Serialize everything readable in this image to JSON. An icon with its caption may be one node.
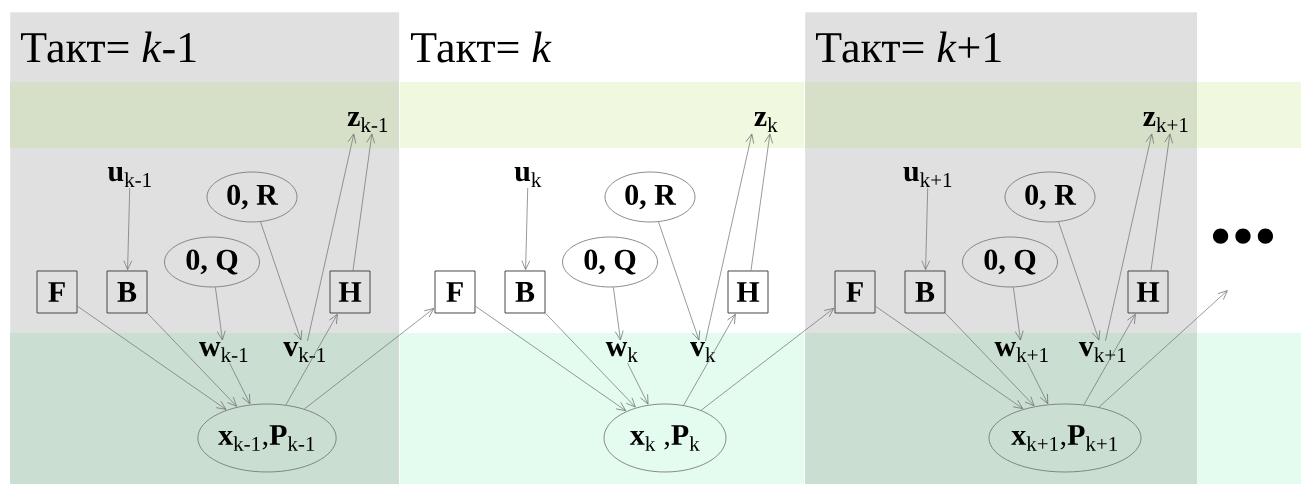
{
  "diagram": {
    "nodes": [
      {
        "text": [
          "Такт= *k*-1"
        ]
      },
      {
        "text": [
          "**z**$_{k-1}$"
        ],
        "in": 0
      },
      {
        "text": [
          "**u**$_{k-1}$"
        ],
        "in": 0
      },
      {
        "text": [
          "0, R"
        ],
        "in": 0
      },
      {
        "text": [
          "0, Q"
        ],
        "in": 0
      },
      {
        "text": [
          "F"
        ],
        "in": 0
      },
      {
        "text": [
          "B"
        ],
        "in": 0
      },
      {
        "text": [
          "H"
        ],
        "in": 0
      },
      {
        "text": [
          "**w**$_{k-1}$"
        ],
        "in": 0
      },
      {
        "text": [
          "**v**$_{k-1}$"
        ],
        "in": 0
      },
      {
        "text": [
          "**x**$_{k-1}$,**P**$_{k-1}$"
        ],
        "in": 0
      },
      {
        "text": [
          "Такт= *k*"
        ]
      },
      {
        "text": [
          "**z**$_{k}$"
        ],
        "in": 11
      },
      {
        "text": [
          "**u**$_{k}$"
        ],
        "in": 11
      },
      {
        "text": [
          "0, R"
        ],
        "in": 11
      },
      {
        "text": [
          "0, Q"
        ],
        "in": 11
      },
      {
        "text": [
          "F"
        ],
        "in": 11
      },
      {
        "text": [
          "B"
        ],
        "in": 11
      },
      {
        "text": [
          "H"
        ],
        "in": 11
      },
      {
        "text": [
          "**w**$_{k}$"
        ],
        "in": 11
      },
      {
        "text": [
          "**v**$_{k}$"
        ],
        "in": 11
      },
      {
        "text": [
          "**x**$_{k}$ ,**P**$_{k}$"
        ],
        "in": 11
      },
      {
        "text": [
          "Такт= *k*+1"
        ]
      },
      {
        "text": [
          "**z**$_{k+1}$"
        ],
        "in": 22
      },
      {
        "text": [
          "**u**$_{k+1}$"
        ],
        "in": 22
      },
      {
        "text": [
          "0, R"
        ],
        "in": 22
      },
      {
        "text": [
          "0, Q"
        ],
        "in": 22
      },
      {
        "text": [
          "F"
        ],
        "in": 22
      },
      {
        "text": [
          "B"
        ],
        "in": 22
      },
      {
        "text": [
          "H"
        ],
        "in": 22
      },
      {
        "text": [
          "**w**$_{k+1}$"
        ],
        "in": 22
      },
      {
        "text": [
          "**v**$_{k+1}$"
        ],
        "in": 22
      },
      {
        "text": [
          "**x**$_{k+1}$,**P**$_{k+1}$"
        ],
        "in": 22
      }
    ],
    "edges": [
      {
        "from": 2,
        "to": 6,
        "arrow": "to"
      },
      {
        "from": 5,
        "to": 10,
        "arrow": "to"
      },
      {
        "from": 6,
        "to": 10,
        "arrow": "to"
      },
      {
        "from": 4,
        "to": 8,
        "arrow": "to"
      },
      {
        "from": 8,
        "to": 10,
        "arrow": "to"
      },
      {
        "from": 3,
        "to": 9,
        "arrow": "to"
      },
      {
        "from": 9,
        "to": 1,
        "arrow": "to"
      },
      {
        "from": 10,
        "to": 7,
        "arrow": "to"
      },
      {
        "from": 7,
        "to": 1,
        "arrow": "to"
      },
      {
        "from": 10,
        "to": 16,
        "arrow": "to"
      },
      {
        "from": 13,
        "to": 17,
        "arrow": "to"
      },
      {
        "from": 16,
        "to": 21,
        "arrow": "to"
      },
      {
        "from": 17,
        "to": 21,
        "arrow": "to"
      },
      {
        "from": 15,
        "to": 19,
        "arrow": "to"
      },
      {
        "from": 19,
        "to": 21,
        "arrow": "to"
      },
      {
        "from": 14,
        "to": 20,
        "arrow": "to"
      },
      {
        "from": 20,
        "to": 12,
        "arrow": "to"
      },
      {
        "from": 21,
        "to": 18,
        "arrow": "to"
      },
      {
        "from": 18,
        "to": 12,
        "arrow": "to"
      },
      {
        "from": 21,
        "to": 27,
        "arrow": "to"
      },
      {
        "from": 24,
        "to": 28,
        "arrow": "to"
      },
      {
        "from": 27,
        "to": 32,
        "arrow": "to"
      },
      {
        "from": 28,
        "to": 32,
        "arrow": "to"
      },
      {
        "from": 26,
        "to": 30,
        "arrow": "to"
      },
      {
        "from": 30,
        "to": 32,
        "arrow": "to"
      },
      {
        "from": 25,
        "to": 31,
        "arrow": "to"
      },
      {
        "from": 31,
        "to": 23,
        "arrow": "to"
      },
      {
        "from": 32,
        "to": 29,
        "arrow": "to"
      },
      {
        "from": 29,
        "to": 23,
        "arrow": "to"
      },
      {
        "from": 32,
        "to": null,
        "arrow": "to"
      }
    ],
    "labels": [
      "•••"
    ]
  }
}
